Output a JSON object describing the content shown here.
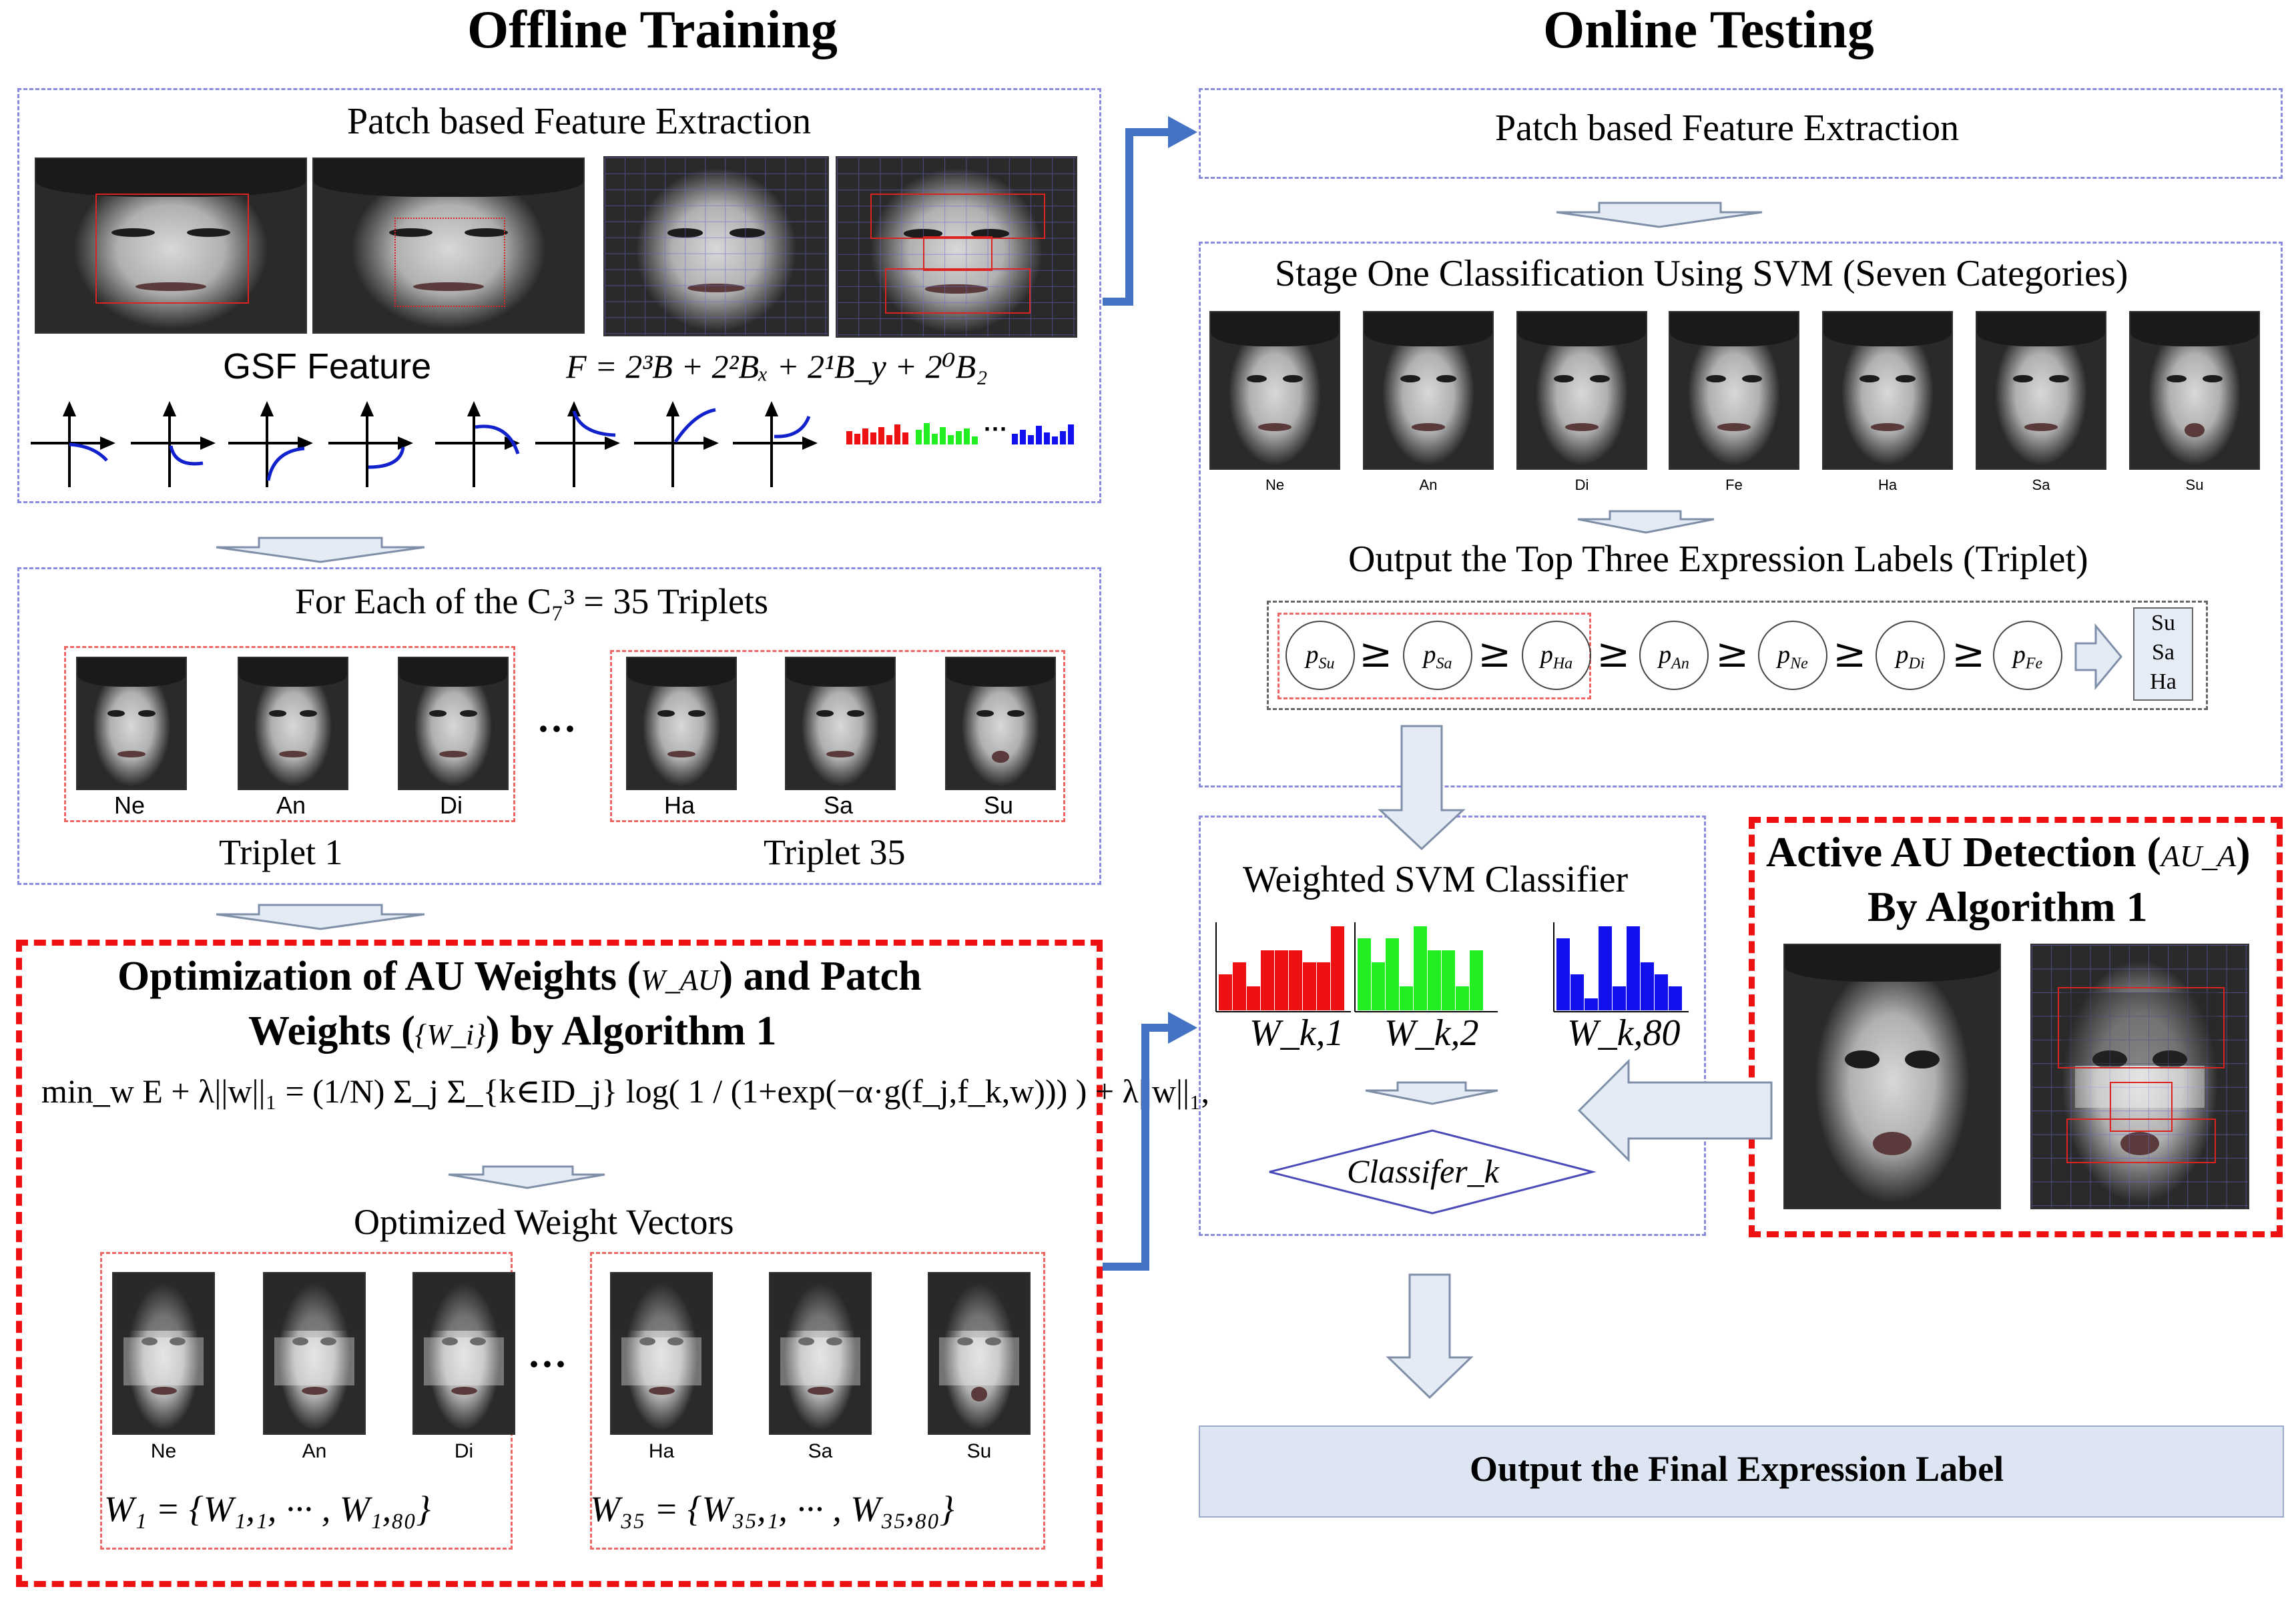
{
  "headings": {
    "offline": "Offline Training",
    "online": "Online Testing"
  },
  "offline": {
    "patch_title": "Patch based Feature Extraction",
    "gsf_label": "GSF Feature",
    "gsf_formula": "F = 2³B + 2²Bₓ + 2¹B_y + 2⁰B₂",
    "hist_ellipsis": "···",
    "triplet_title": "For Each of the C₇³ = 35 Triplets",
    "triplet1_faces": [
      "Ne",
      "An",
      "Di"
    ],
    "triplet35_faces": [
      "Ha",
      "Sa",
      "Su"
    ],
    "triplet1_label": "Triplet 1",
    "triplet35_label": "Triplet 35",
    "ellipsis": "···",
    "opt_title_line1": "Optimization of AU Weights (",
    "opt_w_au": "W_AU",
    "opt_title_line1_end": ") and Patch",
    "opt_title_line2_a": "Weights  (",
    "opt_w_i": "{W_i}",
    "opt_title_line2_b": ")  by Algorithm 1",
    "objective": "min_w E + λ||w||₁ = (1/N) Σ_j Σ_{k∈ID_j} log( 1 / (1+exp(−α·g(f_j,f_k,w))) ) + λ||w||₁,",
    "opt_vectors_title": "Optimized Weight Vectors",
    "w1": "W₁ = {W₁,₁, ··· , W₁,₈₀}",
    "w35": "W₃₅ = {W₃₅,₁, ··· , W₃₅,₈₀}"
  },
  "online": {
    "patch_title": "Patch based Feature Extraction",
    "stage_title": "Stage One Classification Using SVM (Seven Categories)",
    "stage_faces": [
      "Ne",
      "An",
      "Di",
      "Fe",
      "Ha",
      "Sa",
      "Su"
    ],
    "top3_title": "Output the Top Three  Expression Labels (Triplet)",
    "ranking": [
      "Su",
      "Sa",
      "Ha",
      "An",
      "Ne",
      "Di",
      "Fe"
    ],
    "prob_symbol": "p",
    "geq_symbol": "≥",
    "triplet_result": [
      "Su",
      "Sa",
      "Ha"
    ],
    "weighted_title": "Weighted  SVM Classifier",
    "weight_labels": [
      "W_k,1",
      "W_k,2",
      "W_k,80"
    ],
    "classifier_label": "Classifer_k",
    "final_label": "Output the Final Expression Label"
  },
  "au": {
    "title_line1": "Active AU Detection (",
    "title_sym": "AU_A",
    "title_line1_end": ")",
    "title_line2": "By Algorithm 1"
  },
  "colors": {
    "red": "#ee1111",
    "blue_dash": "#8a8ae0",
    "arrow_blue": "#4472c4",
    "hist_red": "#ee1111",
    "hist_green": "#22ee22",
    "hist_blue": "#1111ee",
    "final_box_bg": "#dde5f2",
    "block_arrow": "#e4ebf5"
  },
  "histograms": {
    "red": [
      3,
      4,
      2,
      5,
      5,
      5,
      4,
      4,
      7
    ],
    "green": [
      6,
      4,
      6,
      2,
      7,
      5,
      5,
      2,
      5
    ],
    "blue": [
      6,
      3,
      1,
      7,
      2,
      7,
      4,
      3,
      2
    ]
  }
}
